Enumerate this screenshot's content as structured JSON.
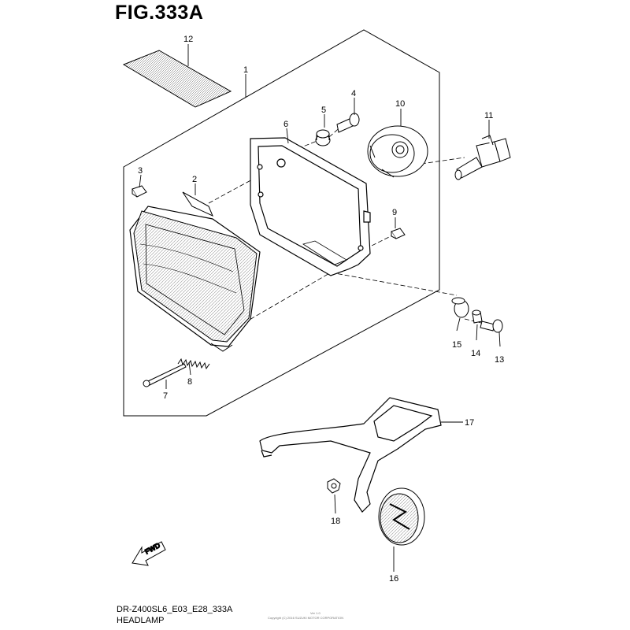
{
  "header": {
    "figure_title": "FIG.333A"
  },
  "footer": {
    "model_code": "DR-Z400SL6_E03_E28_333A",
    "section_name": "HEADLAMP",
    "fine_print_1": "Ver 1.0",
    "fine_print_2": "Copyright (C) 2016 SUZUKI MOTOR CORPORATION"
  },
  "callouts": [
    "1",
    "2",
    "3",
    "4",
    "5",
    "6",
    "7",
    "8",
    "9",
    "10",
    "11",
    "12",
    "13",
    "14",
    "15",
    "16",
    "17",
    "18"
  ],
  "direction_marker": {
    "label": "FWD",
    "icon": "fwd-arrow-icon"
  },
  "parts": [
    {
      "ref": "1",
      "icon": "headlamp-assembly-outline"
    },
    {
      "ref": "2",
      "icon": "headlamp-unit-icon"
    },
    {
      "ref": "3",
      "icon": "clip-nut-icon"
    },
    {
      "ref": "4",
      "icon": "bolt-icon"
    },
    {
      "ref": "5",
      "icon": "grommet-icon"
    },
    {
      "ref": "6",
      "icon": "headlamp-frame-icon"
    },
    {
      "ref": "7",
      "icon": "adjusting-screw-icon"
    },
    {
      "ref": "8",
      "icon": "spring-icon"
    },
    {
      "ref": "9",
      "icon": "clip-nut-icon"
    },
    {
      "ref": "10",
      "icon": "bulb-socket-cover-icon"
    },
    {
      "ref": "11",
      "icon": "bulb-icon"
    },
    {
      "ref": "12",
      "icon": "label-sticker-icon"
    },
    {
      "ref": "13",
      "icon": "bolt-icon"
    },
    {
      "ref": "14",
      "icon": "collar-icon"
    },
    {
      "ref": "15",
      "icon": "cushion-icon"
    },
    {
      "ref": "16",
      "icon": "reflector-icon"
    },
    {
      "ref": "17",
      "icon": "bracket-icon"
    },
    {
      "ref": "18",
      "icon": "nut-icon"
    }
  ]
}
